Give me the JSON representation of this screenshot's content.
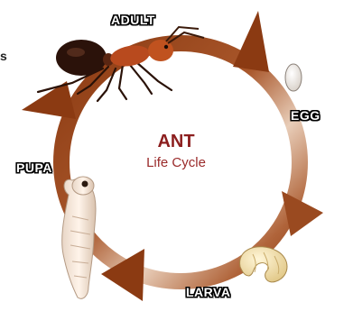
{
  "diagram": {
    "title": "ANT",
    "subtitle": "Life Cycle",
    "stages": {
      "adult": "ADULT",
      "egg": "EGG",
      "larva": "LARVA",
      "pupa": "PUPA"
    },
    "edge_mark": "s"
  },
  "colors": {
    "arrow": "#8b3a12",
    "arrow_light": "#d9b59d",
    "title": "#8c1e1e"
  }
}
